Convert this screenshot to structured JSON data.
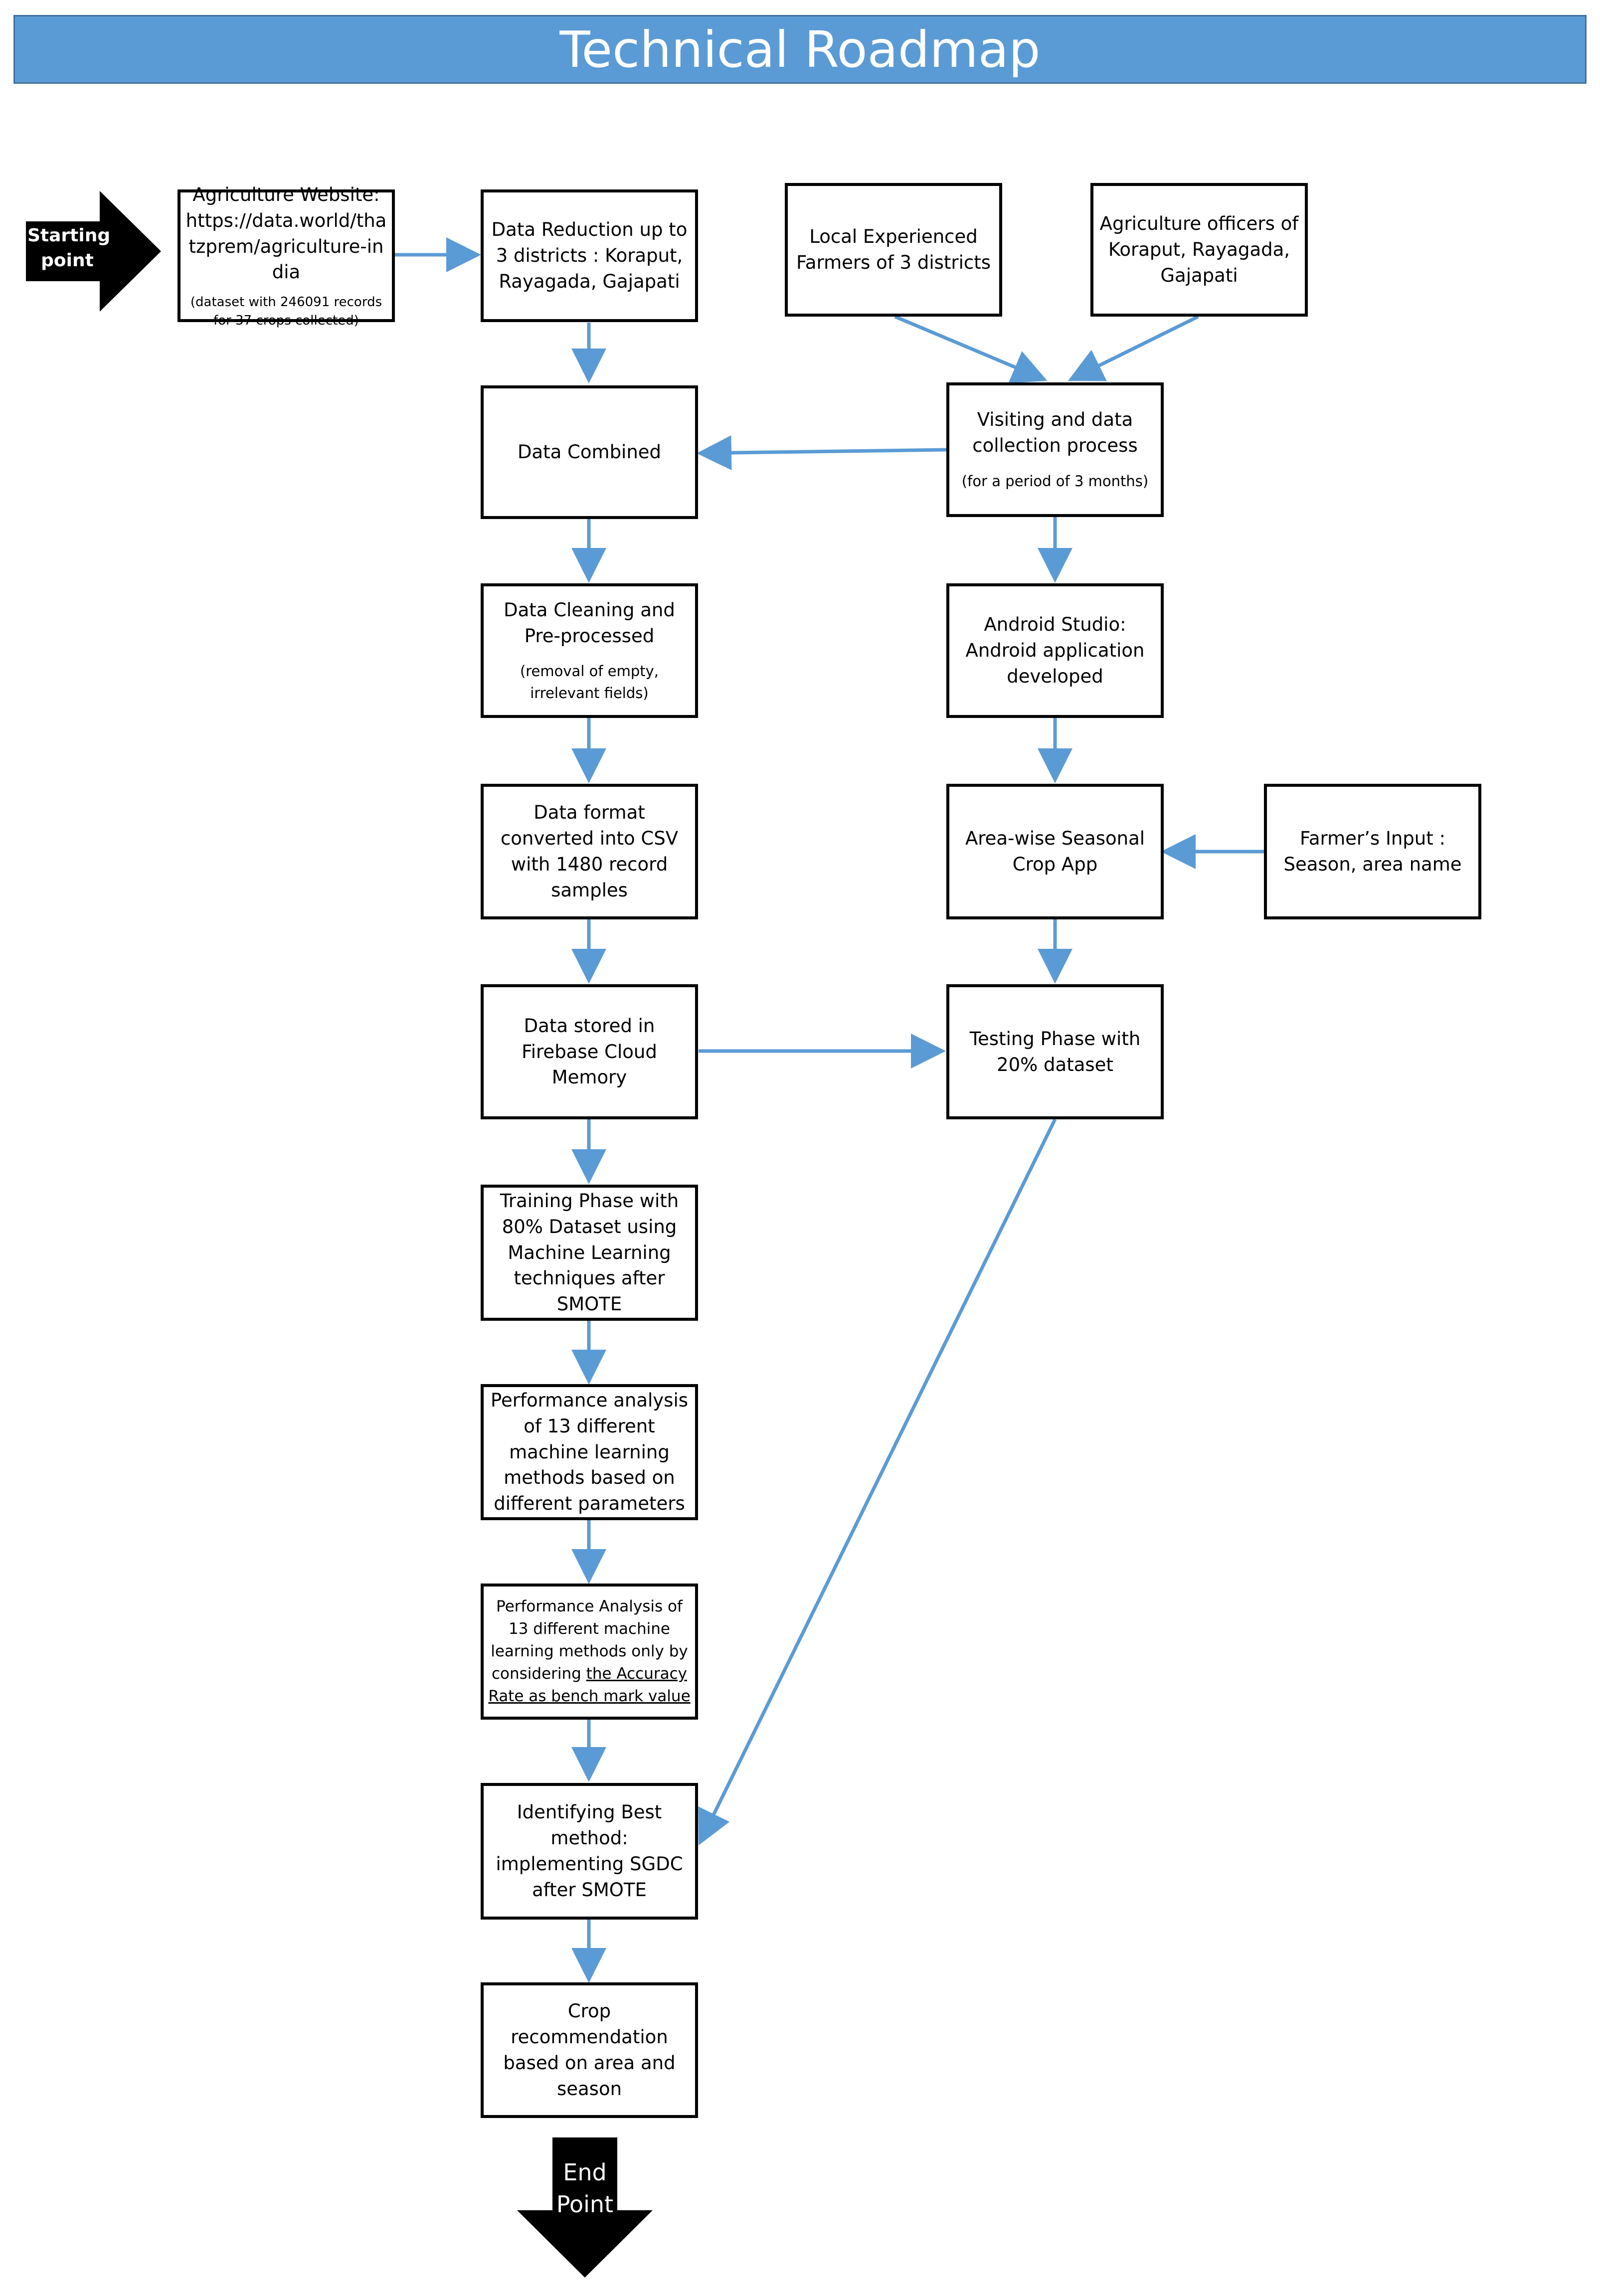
{
  "title": "Technical Roadmap",
  "start_label": "Starting point",
  "end_label": "End Point",
  "boxes": {
    "agri_website": {
      "main": "Agriculture Website: https://data.world/thatzprem/agriculture-india",
      "sub": "(dataset with 246091 records for 37 crops collected)"
    },
    "data_reduction": {
      "main": "Data Reduction up to 3 districts : Koraput, Rayagada, Gajapati"
    },
    "local_farmers": {
      "main": "Local Experienced Farmers of 3 districts"
    },
    "agri_officers": {
      "main": "Agriculture officers of Koraput, Rayagada, Gajapati"
    },
    "data_combined": {
      "main": "Data Combined"
    },
    "visiting": {
      "main": "Visiting and data collection process",
      "sub": "(for a period of 3 months)"
    },
    "data_cleaning": {
      "main": "Data Cleaning and Pre-processed",
      "sub": "(removal of empty, irrelevant fields)"
    },
    "android_studio": {
      "main": "Android Studio: Android application developed"
    },
    "csv_format": {
      "main": "Data format converted into CSV with 1480 record samples"
    },
    "crop_app": {
      "main": "Area-wise Seasonal Crop App"
    },
    "farmer_input": {
      "main": "Farmer’s Input : Season, area name"
    },
    "firebase": {
      "main": "Data stored in Firebase Cloud Memory"
    },
    "testing": {
      "main": "Testing Phase with 20% dataset"
    },
    "training": {
      "main": "Training Phase with 80% Dataset using Machine Learning techniques after SMOTE"
    },
    "perf_analysis": {
      "main": "Performance analysis of 13 different machine learning methods based on different parameters"
    },
    "perf_accuracy": {
      "main_plain": "Performance Analysis of 13 different machine learning methods only by considering",
      "main_underlined": "the Accuracy Rate as bench mark value"
    },
    "best_method": {
      "main": "Identifying Best method: implementing SGDC after SMOTE"
    },
    "crop_recommendation": {
      "main": "Crop recommendation based on area and season"
    }
  },
  "colors": {
    "title_bg": "#5b9bd5",
    "connector": "#5b9bd5",
    "box_border": "#000000",
    "big_arrow": "#000000"
  }
}
